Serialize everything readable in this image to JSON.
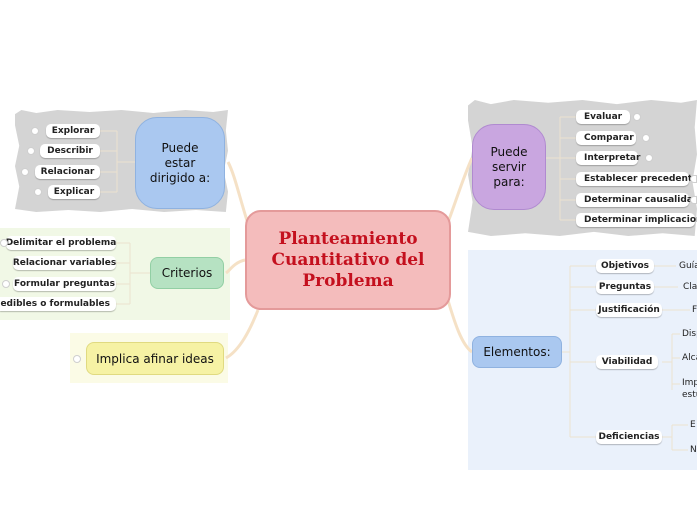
{
  "central": {
    "lines": [
      "Planteamiento",
      "Cuantitativo del",
      "Problema"
    ]
  },
  "dirigido": {
    "title_lines": [
      "Puede",
      "estar",
      "dirigido a:"
    ],
    "items": [
      "Explorar",
      "Describir",
      "Relacionar",
      "Explicar"
    ]
  },
  "criterios": {
    "title": "Criterios",
    "items": [
      "Delimitar el problema",
      "Relacionar variables",
      "Formular preguntas",
      "as medibles o formulables"
    ]
  },
  "afinar": {
    "title": "Implica afinar ideas"
  },
  "servir": {
    "title_lines": [
      "Puede",
      "servir",
      "para:"
    ],
    "items": [
      "Evaluar",
      "Comparar",
      "Interpretar",
      "Establecer precedentes",
      "Determinar causalidad",
      "Determinar implicaciones"
    ]
  },
  "elementos": {
    "title": "Elementos:",
    "items": [
      {
        "label": "Objetivos",
        "detail": "Guía"
      },
      {
        "label": "Preguntas",
        "detail": "Cla"
      },
      {
        "label": "Justificación",
        "detail": "F"
      },
      {
        "label": "Viabilidad",
        "details": [
          "Disp",
          "Alca",
          "Imp",
          "estu"
        ]
      },
      {
        "label": "Deficiencias",
        "details": [
          "E",
          "N"
        ]
      }
    ]
  },
  "colors": {
    "central_fill": "#f4bcbc",
    "central_text": "#c4101e",
    "purple_topic": "#c9a6e0",
    "blue_topic": "#aac8f0",
    "green_topic": "#b6e2c2",
    "yellow_topic": "#f6f2a4"
  }
}
